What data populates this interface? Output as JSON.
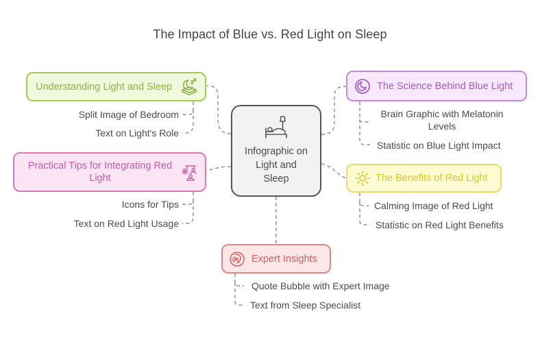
{
  "title": "The Impact of Blue vs. Red Light on Sleep",
  "center": {
    "label": "Infographic on Light and Sleep",
    "icon": "bed-lamp-icon",
    "colors": {
      "border": "#555555",
      "fill": "#f2f2f2"
    }
  },
  "nodes": [
    {
      "id": "understanding",
      "label": "Understanding Light and Sleep",
      "icon": "sleep-moon-icon",
      "colors": {
        "border": "#a4c95a",
        "fill": "#f1f9dc",
        "text": "#8cb24a"
      },
      "children": [
        "Split Image of Bedroom",
        "Text on Light's Role"
      ]
    },
    {
      "id": "practical",
      "label": "Practical Tips for Integrating Red Light",
      "icon": "presentation-person-icon",
      "colors": {
        "border": "#d77bb8",
        "fill": "#fbe4f3",
        "text": "#cc5ca8"
      },
      "children": [
        "Icons for Tips",
        "Text on Red Light Usage"
      ]
    },
    {
      "id": "science",
      "label": "The Science Behind Blue Light",
      "icon": "moon-circle-icon",
      "colors": {
        "border": "#c08ae0",
        "fill": "#f7e8fd",
        "text": "#a260cc"
      },
      "children": [
        "Brain Graphic with Melatonin Levels",
        "Statistic on Blue Light Impact"
      ]
    },
    {
      "id": "benefits",
      "label": "The Benefits of Red Light",
      "icon": "sun-icon",
      "colors": {
        "border": "#e3dc6a",
        "fill": "#fdfbd2",
        "text": "#d6c92e"
      },
      "children": [
        "Calming Image of Red Light",
        "Statistic on Red Light Benefits"
      ]
    },
    {
      "id": "expert",
      "label": "Expert Insights",
      "icon": "brain-circle-icon",
      "colors": {
        "border": "#e08585",
        "fill": "#fde6e6",
        "text": "#d45f5f"
      },
      "children": [
        "Quote Bubble with Expert Image",
        "Text from Sleep Specialist"
      ]
    }
  ],
  "connector_color": "#8a8a8a"
}
